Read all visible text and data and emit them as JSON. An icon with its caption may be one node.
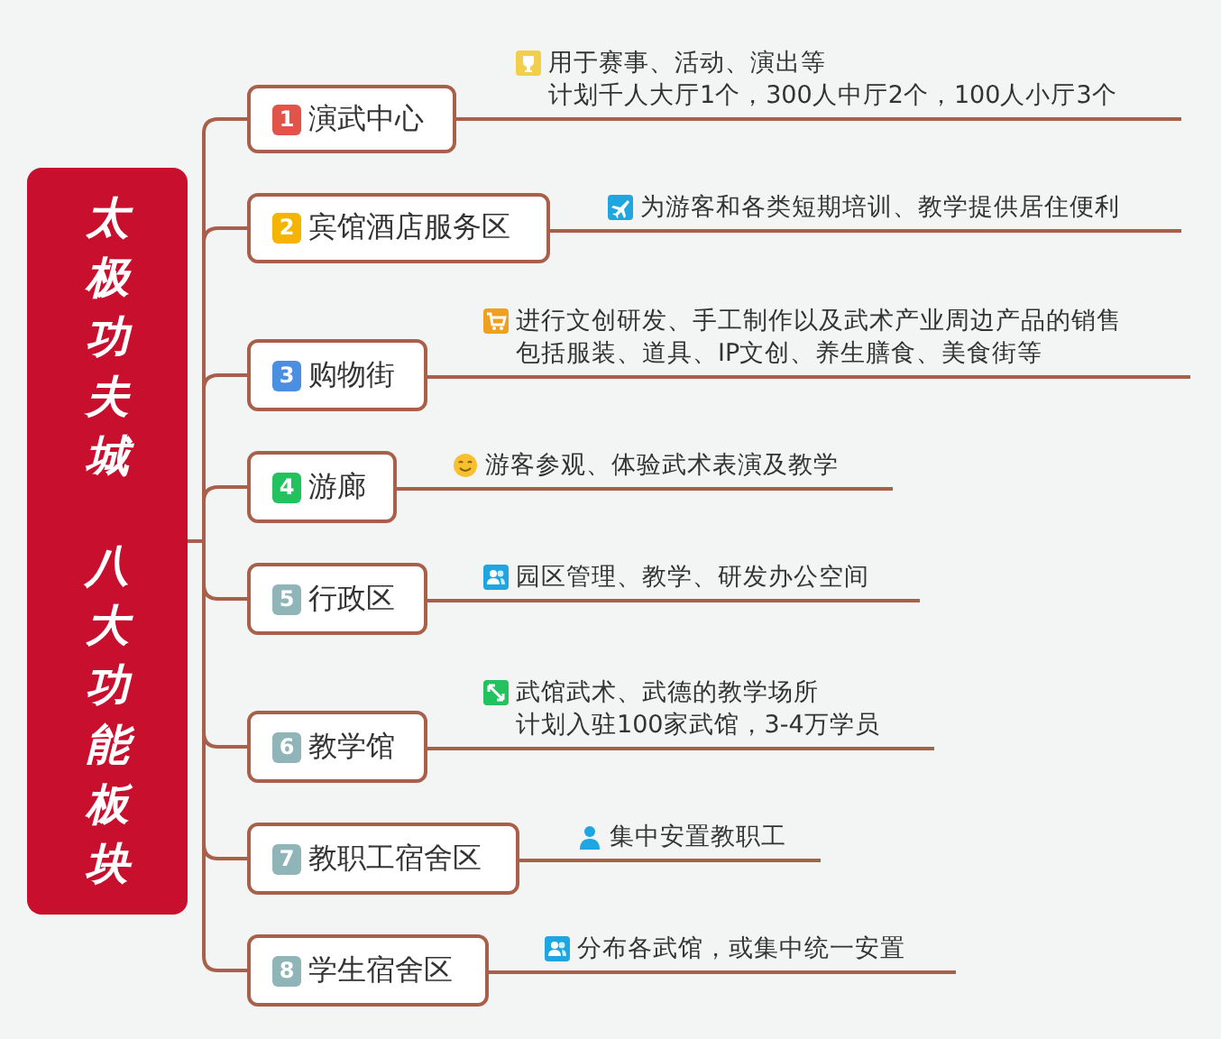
{
  "diagram": {
    "nodes": [
      {
        "text": [
          "太极功夫城",
          "八大功能板块"
        ]
      },
      {
        "text": [
          "1",
          "演武中心"
        ]
      },
      {
        "text": [
          "2",
          "宾馆酒店服务区"
        ]
      },
      {
        "text": [
          "3",
          "购物街"
        ]
      },
      {
        "text": [
          "4",
          "游廊"
        ]
      },
      {
        "text": [
          "5",
          "行政区"
        ]
      },
      {
        "text": [
          "6",
          "教学馆"
        ]
      },
      {
        "text": [
          "7",
          "教职工宿舍区"
        ]
      },
      {
        "text": [
          "8",
          "学生宿舍区"
        ]
      },
      {
        "text": [
          "用于赛事、活动、演出等",
          "计划千人大厅1个，300人中厅2个，100人小厅3个"
        ]
      },
      {
        "text": [
          "为游客和各类短期培训、教学提供居住便利"
        ]
      },
      {
        "text": [
          "进行文创研发、手工制作以及武术产业周边产品的销售",
          "包括服装、道具、IP文创、养生膳食、美食街等"
        ]
      },
      {
        "text": [
          "游客参观、体验武术表演及教学"
        ]
      },
      {
        "text": [
          "园区管理、教学、研发办公空间"
        ]
      },
      {
        "text": [
          "武馆武术、武德的教学场所",
          "计划入驻100家武馆，3-4万学员"
        ]
      },
      {
        "text": [
          "集中安置教职工"
        ]
      },
      {
        "text": [
          "分布各武馆，或集中统一安置"
        ]
      }
    ],
    "edges": [
      {
        "from": 0,
        "to": 1,
        "arrow": "none"
      },
      {
        "from": 0,
        "to": 2,
        "arrow": "none"
      },
      {
        "from": 0,
        "to": 3,
        "arrow": "none"
      },
      {
        "from": 0,
        "to": 4,
        "arrow": "none"
      },
      {
        "from": 0,
        "to": 5,
        "arrow": "none"
      },
      {
        "from": 0,
        "to": 6,
        "arrow": "none"
      },
      {
        "from": 0,
        "to": 7,
        "arrow": "none"
      },
      {
        "from": 0,
        "to": 8,
        "arrow": "none"
      },
      {
        "from": 1,
        "to": 9,
        "arrow": "none"
      },
      {
        "from": 2,
        "to": 10,
        "arrow": "none"
      },
      {
        "from": 3,
        "to": 11,
        "arrow": "none"
      },
      {
        "from": 4,
        "to": 12,
        "arrow": "none"
      },
      {
        "from": 5,
        "to": 13,
        "arrow": "none"
      },
      {
        "from": 6,
        "to": 14,
        "arrow": "none"
      },
      {
        "from": 7,
        "to": 15,
        "arrow": "none"
      },
      {
        "from": 8,
        "to": 16,
        "arrow": "none"
      }
    ]
  }
}
